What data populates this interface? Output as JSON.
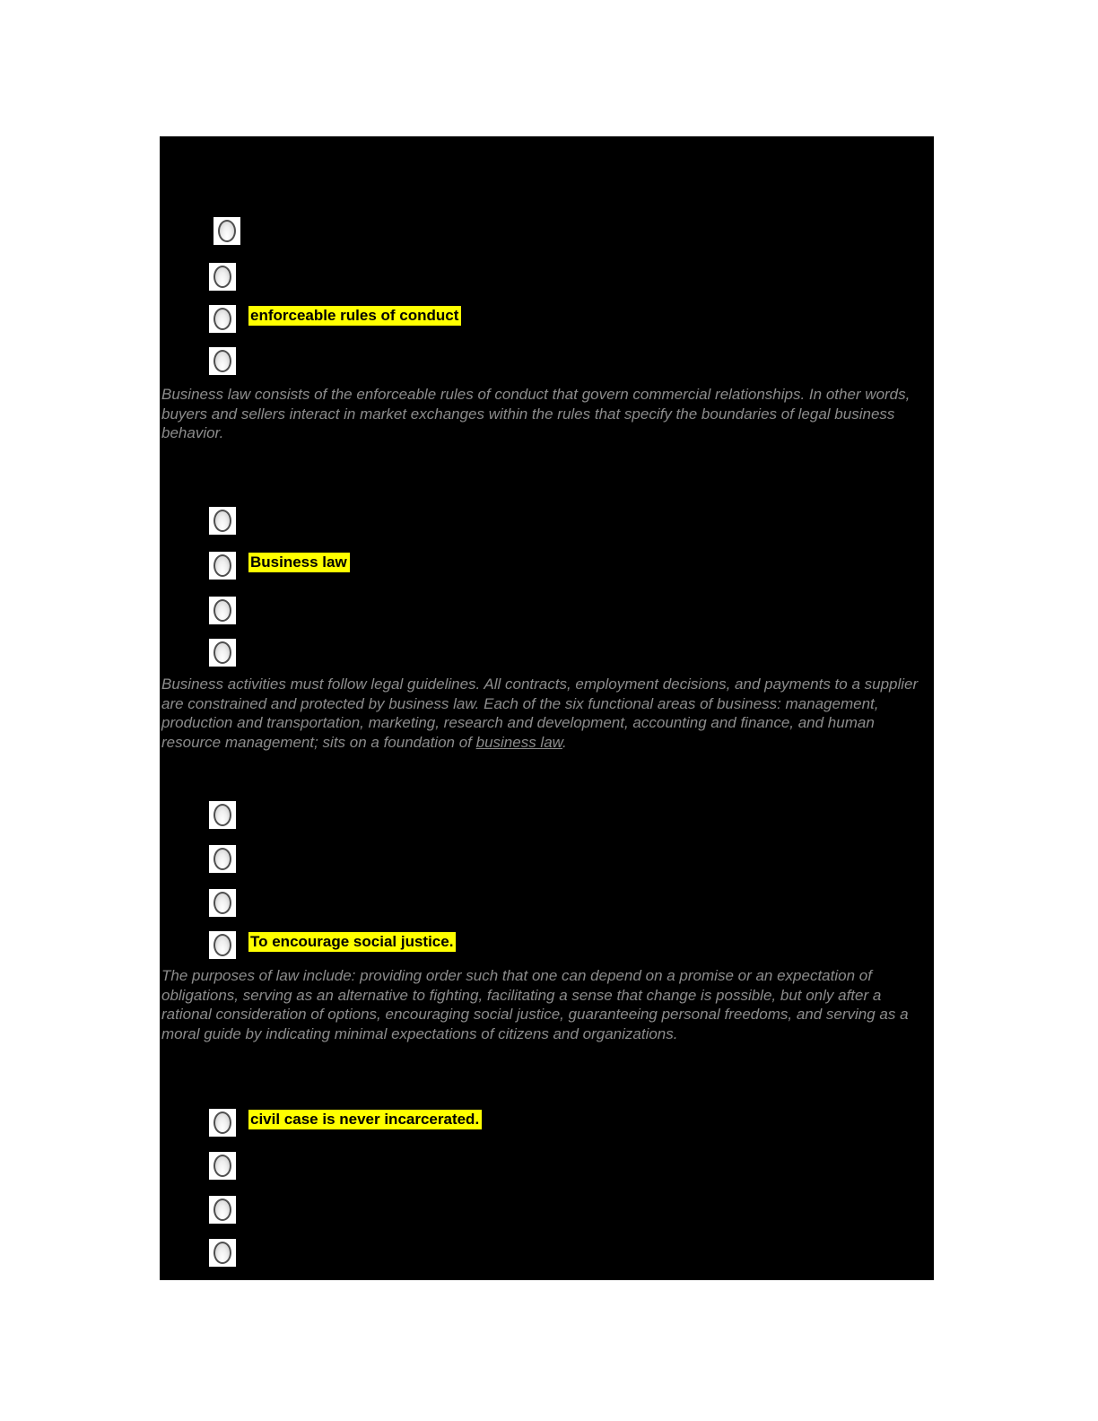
{
  "quiz": {
    "colors": {
      "sheet_background": "#000000",
      "answer_highlight": "#ffff00",
      "explanation_text": "#8c8c8c"
    },
    "questions": [
      {
        "options": [
          {
            "label": "",
            "highlighted": false
          },
          {
            "label": "",
            "highlighted": false
          },
          {
            "label": "enforceable rules of conduct",
            "highlighted": true
          },
          {
            "label": "",
            "highlighted": false
          }
        ],
        "explanation": [
          {
            "text": "Business law consists of the enforceable rules of conduct that govern commercial relationships. In other words, buyers and sellers interact in market exchanges within the rules that specify the boundaries of legal business behavior.",
            "underline": false
          }
        ]
      },
      {
        "options": [
          {
            "label": "",
            "highlighted": false
          },
          {
            "label": "Business law",
            "highlighted": true
          },
          {
            "label": "",
            "highlighted": false
          },
          {
            "label": "",
            "highlighted": false
          }
        ],
        "explanation": [
          {
            "text": "Business activities must follow legal guidelines. All contracts, employment decisions, and payments to a supplier are constrained and protected by business law. Each of the six functional areas of business: management, production and transportation, marketing, research and development, accounting and finance, and human resource management; sits on a foundation of ",
            "underline": false
          },
          {
            "text": "business law",
            "underline": true
          },
          {
            "text": ".",
            "underline": false
          }
        ]
      },
      {
        "options": [
          {
            "label": "",
            "highlighted": false
          },
          {
            "label": "",
            "highlighted": false
          },
          {
            "label": "",
            "highlighted": false
          },
          {
            "label": "To encourage social justice.",
            "highlighted": true
          }
        ],
        "explanation": [
          {
            "text": "The purposes of law include: providing order such that one can depend on a promise or an expectation of obligations, serving as an alternative to fighting, facilitating a sense that change is possible, but only after a rational consideration of options, encouraging social justice, guaranteeing personal freedoms, and serving as a moral guide by indicating minimal expectations of citizens and organizations.",
            "underline": false
          }
        ]
      },
      {
        "options": [
          {
            "label": "civil case is never incarcerated.",
            "highlighted": true
          },
          {
            "label": "",
            "highlighted": false
          },
          {
            "label": "",
            "highlighted": false
          },
          {
            "label": "",
            "highlighted": false
          }
        ],
        "explanation": []
      }
    ]
  }
}
